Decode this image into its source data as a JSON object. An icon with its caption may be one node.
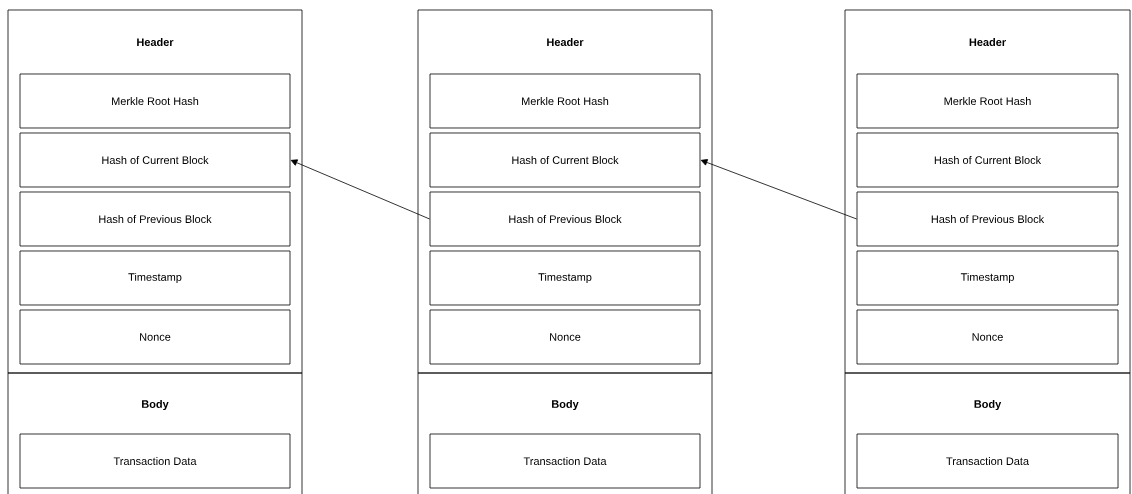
{
  "diagram": {
    "nodes": [
      {
        "text": [
          "Header"
        ]
      },
      {
        "text": [
          "Merkle Root Hash"
        ],
        "in": 0
      },
      {
        "text": [
          "Hash of Current Block"
        ],
        "in": 0
      },
      {
        "text": [
          "Hash of Previous Block"
        ],
        "in": 0
      },
      {
        "text": [
          "Timestamp"
        ],
        "in": 0
      },
      {
        "text": [
          "Nonce"
        ],
        "in": 0
      },
      {
        "text": [
          "Body"
        ]
      },
      {
        "text": [
          "Transaction Data"
        ],
        "in": 6
      },
      {
        "text": [
          "Header"
        ]
      },
      {
        "text": [
          "Merkle Root Hash"
        ],
        "in": 8
      },
      {
        "text": [
          "Hash of Current Block"
        ],
        "in": 8
      },
      {
        "text": [
          "Hash of Previous Block"
        ],
        "in": 8
      },
      {
        "text": [
          "Timestamp"
        ],
        "in": 8
      },
      {
        "text": [
          "Nonce"
        ],
        "in": 8
      },
      {
        "text": [
          "Body"
        ]
      },
      {
        "text": [
          "Transaction Data"
        ],
        "in": 14
      },
      {
        "text": [
          "Header"
        ]
      },
      {
        "text": [
          "Merkle Root Hash"
        ],
        "in": 16
      },
      {
        "text": [
          "Hash of Current Block"
        ],
        "in": 16
      },
      {
        "text": [
          "Hash of Previous Block"
        ],
        "in": 16
      },
      {
        "text": [
          "Timestamp"
        ],
        "in": 16
      },
      {
        "text": [
          "Nonce"
        ],
        "in": 16
      },
      {
        "text": [
          "Body"
        ]
      },
      {
        "text": [
          "Transaction Data"
        ],
        "in": 22
      }
    ],
    "edges": [
      {
        "from": 11,
        "to": 2,
        "arrow": "to"
      },
      {
        "from": 19,
        "to": 10,
        "arrow": "to"
      }
    ]
  }
}
